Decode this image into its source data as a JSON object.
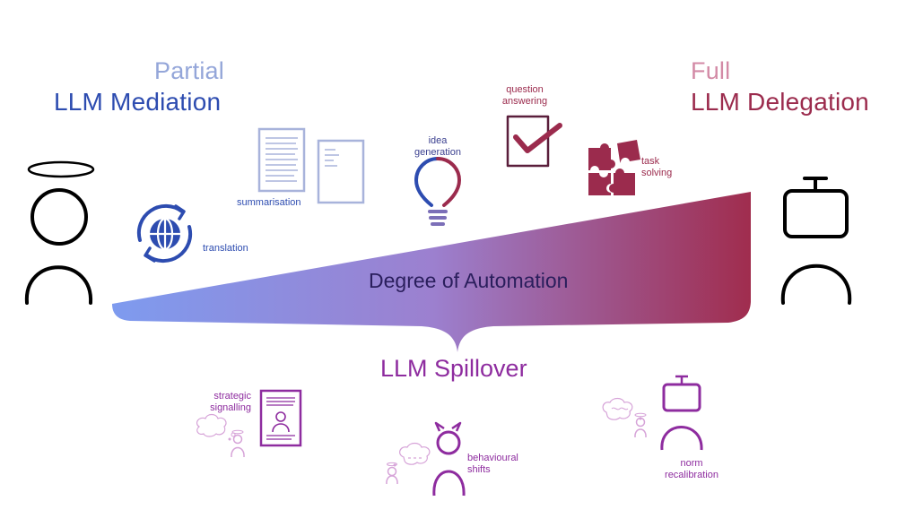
{
  "header": {
    "left_top": "Partial",
    "left_bottom": "LLM Mediation",
    "right_top": "Full",
    "right_bottom": "LLM Delegation"
  },
  "wedge": {
    "label": "Degree of Automation"
  },
  "spillover": {
    "title": "LLM Spillover"
  },
  "tasks": {
    "translation": "translation",
    "summarisation": "summarisation",
    "idea_generation_1": "idea",
    "idea_generation_2": "generation",
    "question_answering_1": "question",
    "question_answering_2": "answering",
    "task_solving_1": "task",
    "task_solving_2": "solving"
  },
  "effects": {
    "strategic_1": "strategic",
    "strategic_2": "signalling",
    "behavioural_1": "behavioural",
    "behavioural_2": "shifts",
    "norm_1": "norm",
    "norm_2": "recalibration"
  },
  "colors": {
    "blue_light": "#94A6D9",
    "blue_dark": "#2D4CB0",
    "pink_light": "#D38AA6",
    "maroon": "#9B2B4D",
    "purple": "#8E2C9F",
    "lavender": "#A8B3DB",
    "grad_start": "#7E9BEF",
    "grad_mid": "#9C80CF",
    "grad_end": "#A02C4D"
  }
}
